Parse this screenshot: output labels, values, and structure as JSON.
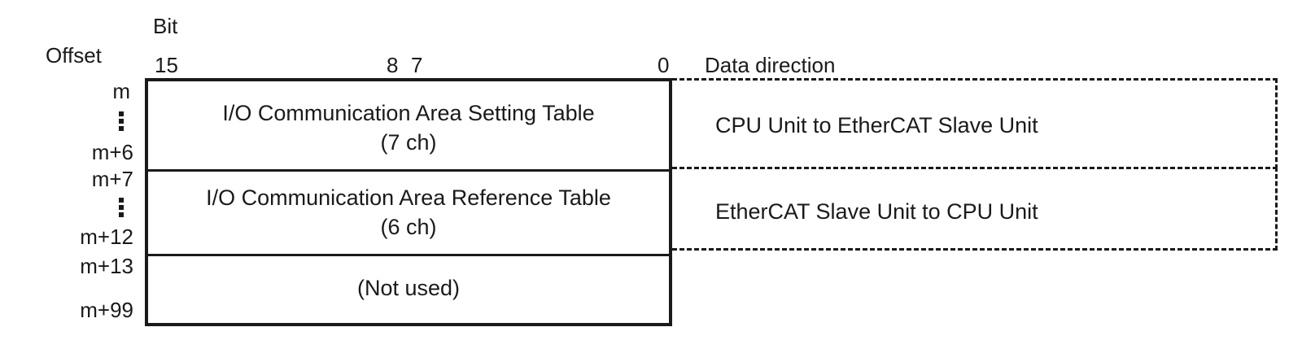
{
  "header": {
    "bit_label": "Bit",
    "offset_label": "Offset",
    "bit_15": "15",
    "bit_8": "8",
    "bit_7": "7",
    "bit_0": "0",
    "data_direction": "Data direction"
  },
  "offsets": {
    "m": "m",
    "m6": "m+6",
    "m7": "m+7",
    "m12": "m+12",
    "m13": "m+13",
    "m99": "m+99"
  },
  "rows": [
    {
      "title": "I/O Communication Area Setting Table",
      "sub": "(7 ch)",
      "direction": "CPU Unit to EtherCAT Slave Unit"
    },
    {
      "title": "I/O Communication Area Reference Table",
      "sub": "(6 ch)",
      "direction": "EtherCAT Slave Unit to CPU Unit"
    },
    {
      "title": "(Not used)"
    }
  ]
}
